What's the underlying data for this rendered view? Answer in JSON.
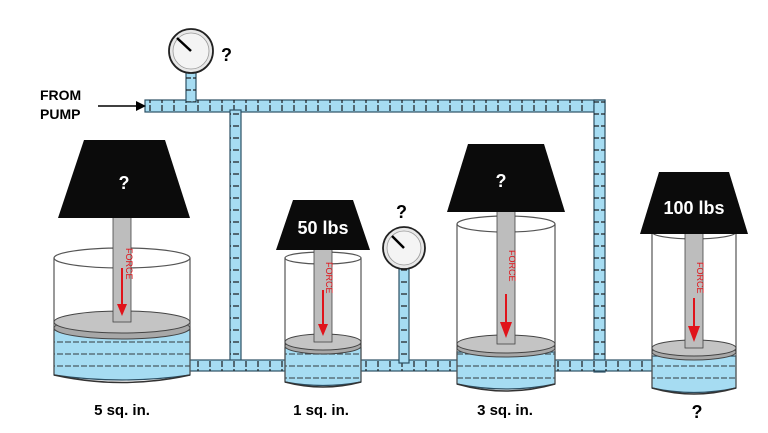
{
  "inlet": {
    "line1": "FROM",
    "line2": "PUMP"
  },
  "gauges": [
    {
      "id": "top-gauge",
      "label": "?"
    },
    {
      "id": "middle-gauge",
      "label": "?"
    }
  ],
  "cylinders": [
    {
      "id": "cyl-1",
      "weight_label": "?",
      "area_label": "5 sq. in.",
      "force_label": "FORCE"
    },
    {
      "id": "cyl-2",
      "weight_label": "50 lbs",
      "area_label": "1 sq. in.",
      "force_label": "FORCE"
    },
    {
      "id": "cyl-3",
      "weight_label": "?",
      "area_label": "3 sq. in.",
      "force_label": "FORCE"
    },
    {
      "id": "cyl-4",
      "weight_label": "100 lbs",
      "area_label": "?",
      "force_label": "FORCE"
    }
  ],
  "colors": {
    "fluid": "#a6dcf2",
    "fluid_edge": "#2c4f63",
    "weight": "#0b0b0b",
    "piston": "#bdbdbd",
    "arrow": "#e0141b"
  }
}
